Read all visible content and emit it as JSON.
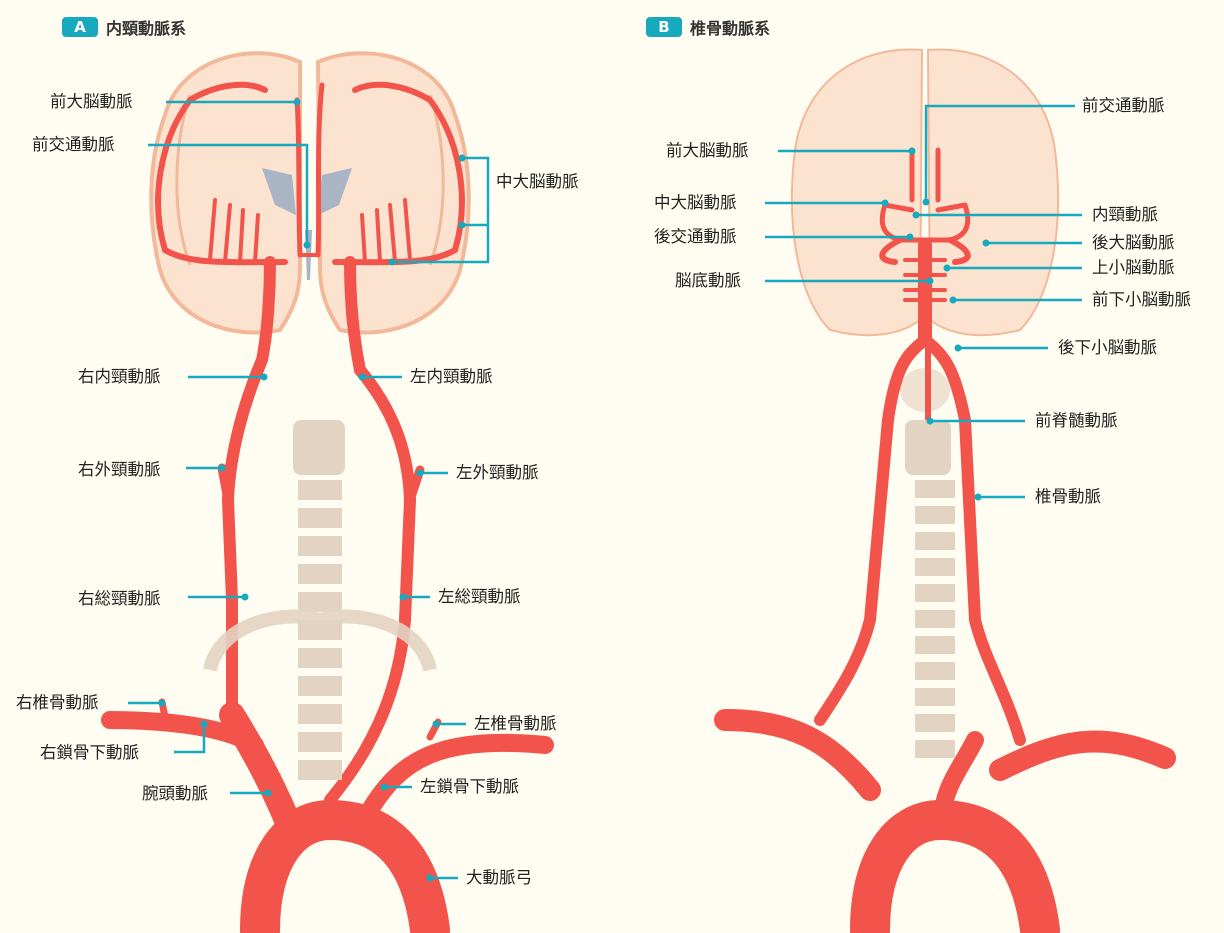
{
  "panels": {
    "a": {
      "badge": "A",
      "title": "内頸動脈系"
    },
    "b": {
      "badge": "B",
      "title": "椎骨動脈系"
    }
  },
  "labels_a": {
    "aca": "前大脳動脈",
    "acom": "前交通動脈",
    "mca": "中大脳動脈",
    "r_ica": "右内頸動脈",
    "l_ica": "左内頸動脈",
    "r_eca": "右外頸動脈",
    "l_eca": "左外頸動脈",
    "r_cca": "右総頸動脈",
    "l_cca": "左総頸動脈",
    "r_va": "右椎骨動脈",
    "l_va": "左椎骨動脈",
    "r_sca": "右鎖骨下動脈",
    "l_sca": "左鎖骨下動脈",
    "bca": "腕頭動脈",
    "arch": "大動脈弓"
  },
  "labels_b": {
    "acom": "前交通動脈",
    "aca": "前大脳動脈",
    "mca": "中大脳動脈",
    "ica": "内頸動脈",
    "pcom": "後交通動脈",
    "pca": "後大脳動脈",
    "basilar": "脳底動脈",
    "sca": "上小脳動脈",
    "aica": "前下小脳動脈",
    "pica": "後下小脳動脈",
    "asa": "前脊髄動脈",
    "va": "椎骨動脈"
  },
  "colors": {
    "artery": "#f2544c",
    "leader": "#17a9bd",
    "brain": "#fbe3cf",
    "brain_outline": "#f3b89a",
    "bone": "#e3d3c2",
    "disc": "#ffffff",
    "background": "#fffdf2"
  }
}
